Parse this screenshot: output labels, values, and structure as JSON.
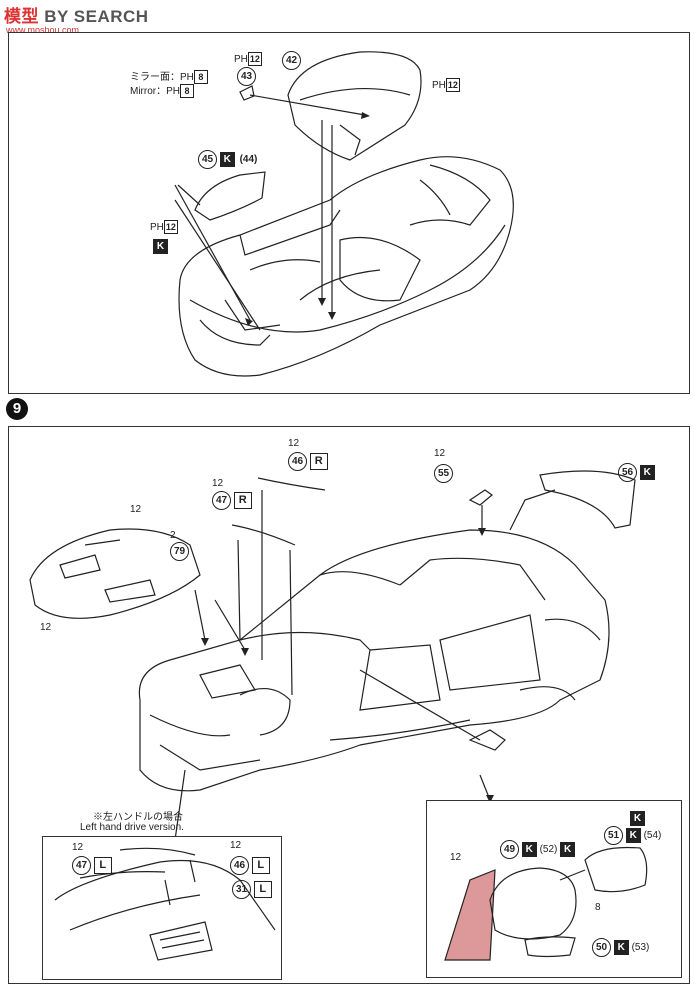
{
  "watermark": {
    "brand_a": "模型",
    "brand_b": "BY SEARCH",
    "site": "www.moshou.com"
  },
  "step_number": "9",
  "top_panel": {
    "ph": "PH",
    "p43_label_jp": "ミラー面：",
    "p43_label_en": "Mirror：",
    "ph8": "8",
    "ph12": "12",
    "part43": "43",
    "part42": "42",
    "part45": "45",
    "part44": "(44)"
  },
  "main_panel": {
    "part46": "46",
    "side_r": "R",
    "part47": "47",
    "part79": "79",
    "ph2": "2",
    "part55": "55",
    "part56": "56",
    "ph12": "12"
  },
  "lhd_panel": {
    "note_jp": "※左ハンドルの場合",
    "note_en": "Left hand drive version.",
    "part47": "47",
    "part46": "46",
    "part31": "31",
    "side_l": "L"
  },
  "mirror_panel": {
    "part49": "49",
    "part52": "(52)",
    "part51": "51",
    "part54": "(54)",
    "part50": "50",
    "part53": "(53)",
    "ph8": "8",
    "ph12": "12"
  }
}
